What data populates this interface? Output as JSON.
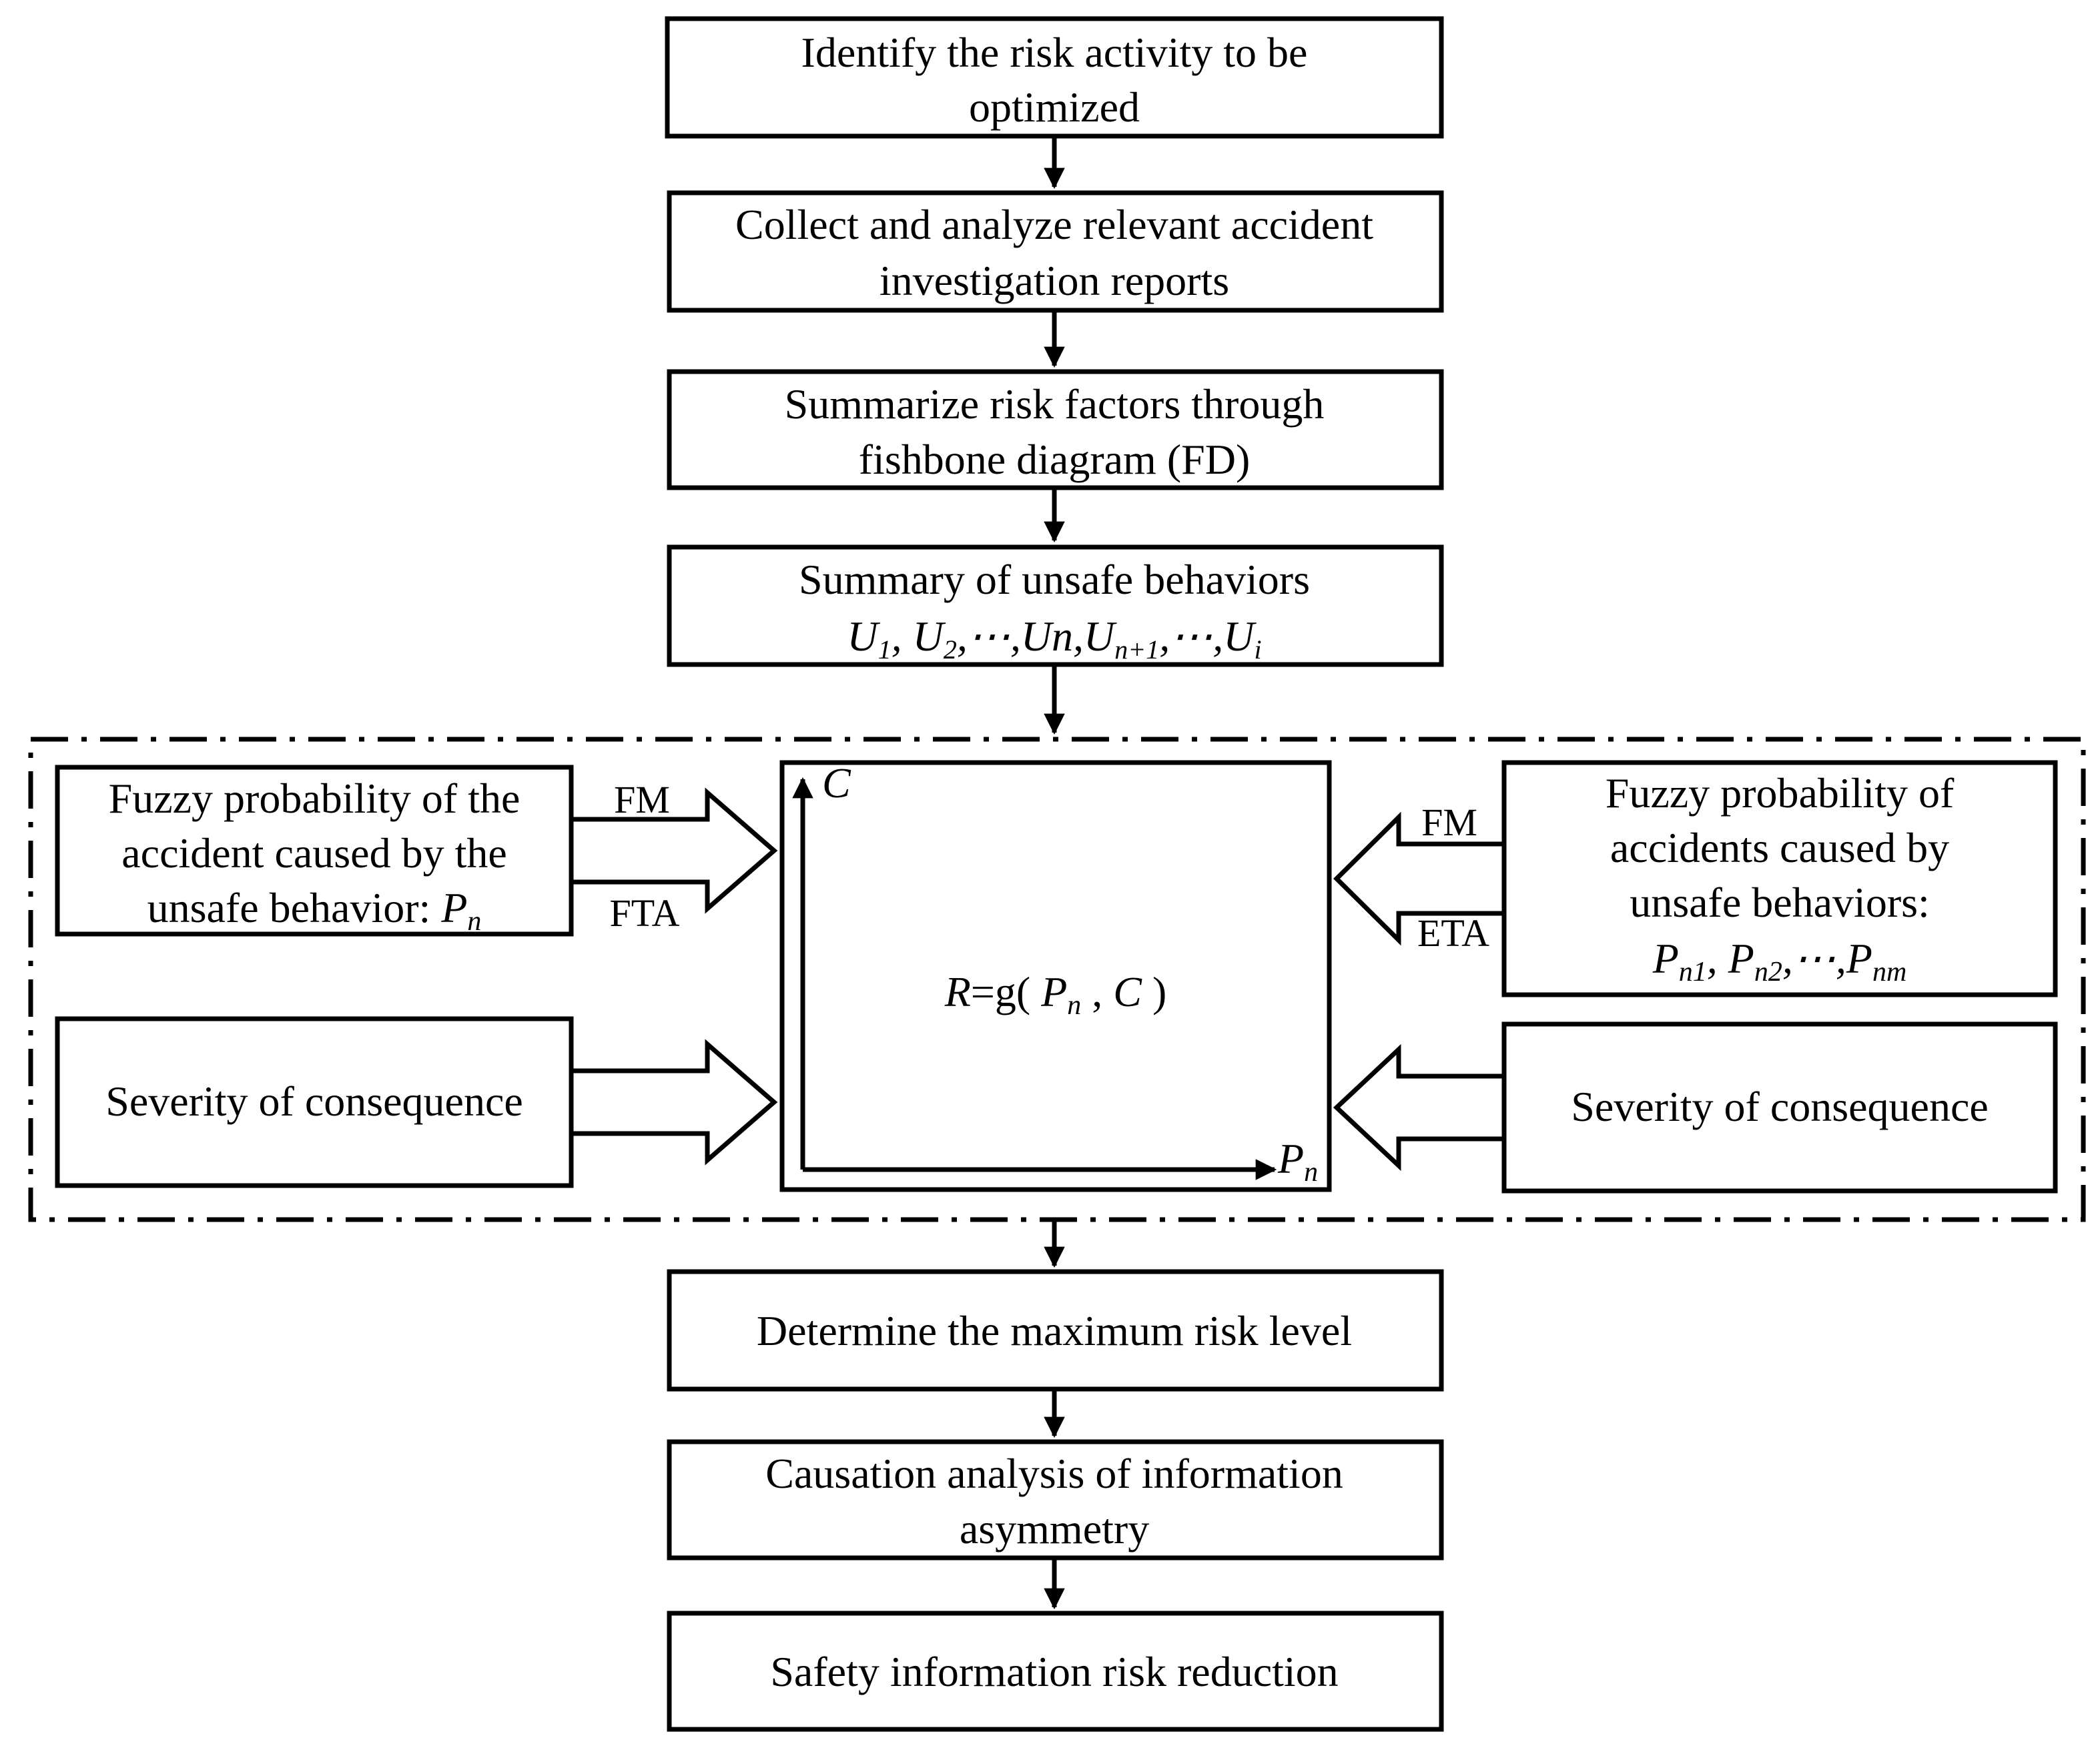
{
  "steps": {
    "identify": {
      "line1": "Identify the risk activity to be",
      "line2": "optimized"
    },
    "collect": {
      "line1": "Collect and analyze relevant accident",
      "line2": "investigation reports"
    },
    "summarize": {
      "line1": "Summarize risk factors through",
      "line2": "fishbone diagram (FD)"
    },
    "unsafe": {
      "line1": "Summary of unsafe behaviors",
      "formula": {
        "u": "U",
        "s1": "1",
        "s2": "2",
        "sn1": "n+1",
        "si": "i",
        "sep": ", ",
        "dots": "⋯",
        "comma": ",",
        "un": "Un"
      }
    },
    "determine": {
      "line1": "Determine the maximum risk level"
    },
    "causation": {
      "line1": "Causation analysis of information",
      "line2": "asymmetry"
    },
    "reduction": {
      "line1": "Safety information risk reduction"
    }
  },
  "left": {
    "fuzzy": {
      "line1": "Fuzzy probability of the",
      "line2": "accident caused by the",
      "line3": "unsafe behavior: ",
      "p": "P",
      "sub": "n"
    },
    "arrow_top_label": "FM",
    "arrow_bottom_label": "FTA",
    "severity": "Severity of consequence"
  },
  "right": {
    "fuzzy": {
      "line1": "Fuzzy probability of",
      "line2": "accidents caused by",
      "line3": "unsafe behaviors:",
      "p": "P",
      "s1": "n1",
      "s2": "n2",
      "sm": "nm",
      "sep": ", ",
      "dots": "⋯",
      "comma": ","
    },
    "arrow_top_label": "FM",
    "arrow_bottom_label": "ETA",
    "severity": "Severity of consequence"
  },
  "center": {
    "y_axis_label": "C",
    "x_axis_label": "P",
    "x_axis_sub": "n",
    "formula": {
      "r": "R",
      "eq": "=g( ",
      "p": "P",
      "sub": "n",
      "mid": " , ",
      "c": "C",
      "close": " )"
    }
  }
}
